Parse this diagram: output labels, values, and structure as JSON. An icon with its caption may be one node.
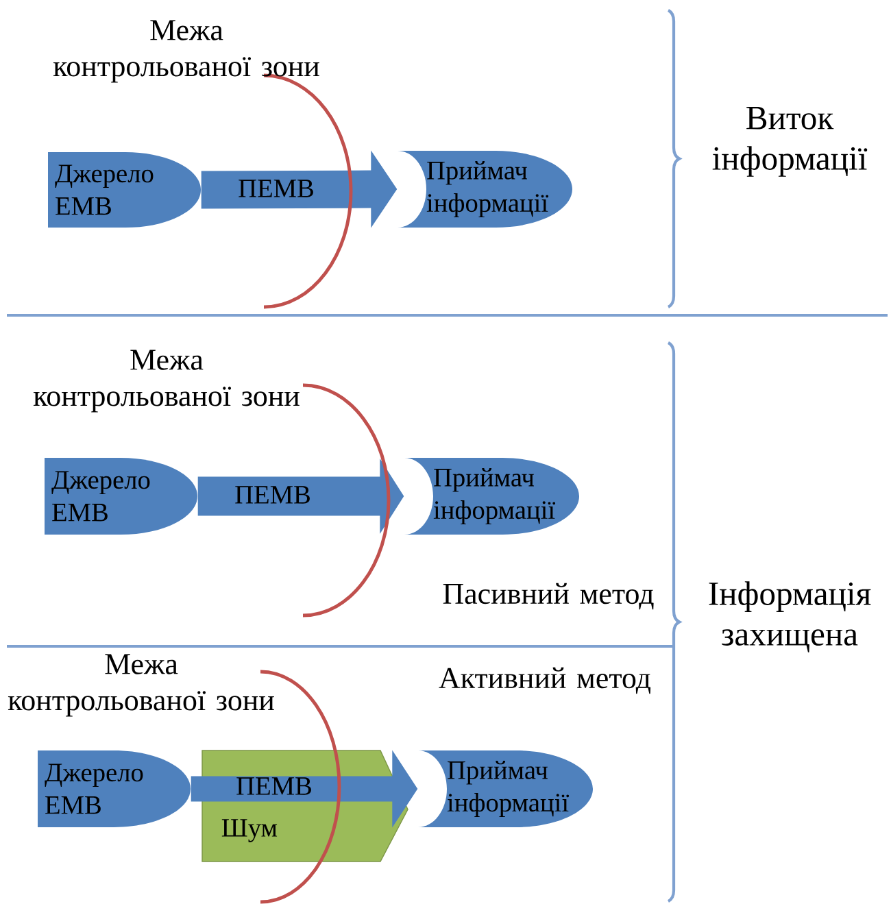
{
  "diagram": {
    "nodes": [
      {
        "text": [
          "Джерело ЕМВ"
        ]
      },
      {
        "text": [
          "Приймач інформації"
        ]
      },
      {
        "text": [
          "Джерело ЕМВ"
        ]
      },
      {
        "text": [
          "Приймач інформації"
        ]
      },
      {
        "text": [
          "Джерело ЕМВ"
        ]
      },
      {
        "text": [
          "Шум"
        ]
      },
      {
        "text": [
          "Приймач інформації"
        ]
      }
    ],
    "edges": [
      {
        "from": 0,
        "to": 1,
        "arrow": "to",
        "label": "ПЕМВ"
      },
      {
        "from": 2,
        "to": 3,
        "arrow": "to",
        "label": "ПЕМВ"
      },
      {
        "from": 4,
        "to": 6,
        "arrow": "to",
        "label": "ПЕМВ"
      }
    ],
    "labels": [
      "Межа контрольованої зони",
      "Виток інформації",
      "Межа контрольованої зони",
      "Пасивний метод",
      "Інформація захищена",
      "Межа контрольованої зони",
      "Активний метод"
    ]
  }
}
